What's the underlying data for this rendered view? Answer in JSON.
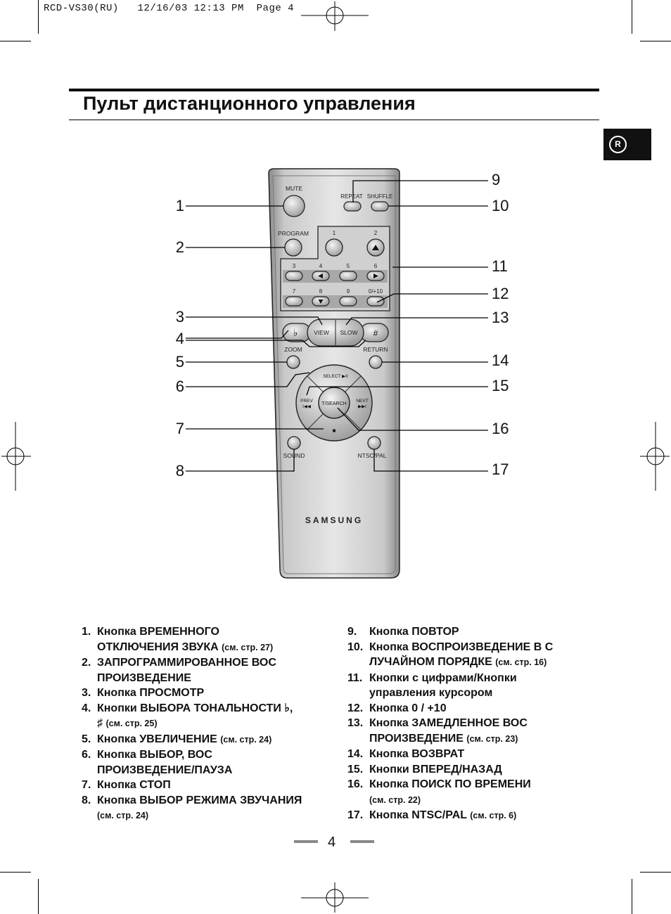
{
  "header": {
    "text": "RCD-VS30(RU)   12/16/03 12:13 PM  Page 4"
  },
  "title": "Пульт дистанционного управления",
  "lang_tab": {
    "label": "R"
  },
  "remote": {
    "labels": {
      "mute": "MUTE",
      "repeat": "REPEAT",
      "shuffle": "SHUFFLE",
      "program": "PROGRAM",
      "n1": "1",
      "n2": "2",
      "n3": "3",
      "n4": "4",
      "n5": "5",
      "n6": "6",
      "n7": "7",
      "n8": "8",
      "n9": "9",
      "n0": "0/+10",
      "view": "VIEW",
      "slow": "SLOW",
      "flat": "♭",
      "sharp": "#",
      "zoom": "ZOOM",
      "return": "RETURN",
      "select": "SELECT ▶II",
      "prev": "PREV",
      "prev_sym": "I◀◀",
      "next": "NEXT",
      "next_sym": "▶▶I",
      "tsearch": "T/SEARCH",
      "stop": "■",
      "sound": "SOUND",
      "ntscpal": "NTSC/PAL",
      "brand": "SAMSUNG"
    },
    "callouts_left": [
      "1",
      "2",
      "3",
      "4",
      "5",
      "6",
      "7",
      "8"
    ],
    "callouts_right": [
      "9",
      "10",
      "11",
      "12",
      "13",
      "14",
      "15",
      "16",
      "17"
    ]
  },
  "list_left": [
    {
      "no": "1.",
      "text": "Кнопка ВРЕМЕННОГО",
      "text2": "ОТКЛЮЧЕНИЯ ЗВУКА",
      "ref": "(см. стр. 27)"
    },
    {
      "no": "2.",
      "text": "ЗАПРОГРАММИРОВАННОЕ ВОС",
      "text2": "ПРОИЗВЕДЕНИЕ",
      "ref": ""
    },
    {
      "no": "3.",
      "text": "Кнопка ПРОСМОТР",
      "ref": ""
    },
    {
      "no": "4.",
      "text": "Кнопки ВЫБОРА ТОНАЛЬНОСТИ ♭,",
      "text2": "♯",
      "ref": "(см. стр. 25)"
    },
    {
      "no": "5.",
      "text": "Кнопка УВЕЛИЧЕНИЕ",
      "ref": "(см. стр. 24)"
    },
    {
      "no": "6.",
      "text": "Кнопка ВЫБОР, ВОС",
      "text2": "ПРОИЗВЕДЕНИЕ/ПАУЗА",
      "ref": ""
    },
    {
      "no": "7.",
      "text": "Кнопка СТОП",
      "ref": ""
    },
    {
      "no": "8.",
      "text": "Кнопка ВЫБОР РЕЖИМА ЗВУЧАНИЯ",
      "ref": "(см. стр. 24)"
    }
  ],
  "list_right": [
    {
      "no": "9.",
      "text": "Кнопка ПОВТОР",
      "ref": ""
    },
    {
      "no": "10.",
      "text": "Кнопка ВОСПРОИЗВЕДЕНИЕ В С",
      "text2": "ЛУЧАЙНОМ ПОРЯДКЕ",
      "ref": "(см. стр. 16)"
    },
    {
      "no": "11.",
      "text": "Кнопки с цифрами/Кнопки",
      "text2": "управления курсором",
      "ref": ""
    },
    {
      "no": "12.",
      "text": "Кнопка 0 / +10",
      "ref": ""
    },
    {
      "no": "13.",
      "text": "Кнопка ЗАМЕДЛЕННОЕ ВОС",
      "text2": "ПРОИЗВЕДЕНИЕ",
      "ref": "(см. стр. 23)"
    },
    {
      "no": "14.",
      "text": "Кнопка ВОЗВРАТ",
      "ref": ""
    },
    {
      "no": "15.",
      "text": "Кнопки ВПЕРЕД/НАЗАД",
      "ref": ""
    },
    {
      "no": "16.",
      "text": "Кнопка ПОИСК ПО ВРЕМЕНИ",
      "ref": "(см. стр. 22)"
    },
    {
      "no": "17.",
      "text": "Кнопка NTSC/PAL",
      "ref": "(см. стр. 6)"
    }
  ],
  "page_number": "4"
}
